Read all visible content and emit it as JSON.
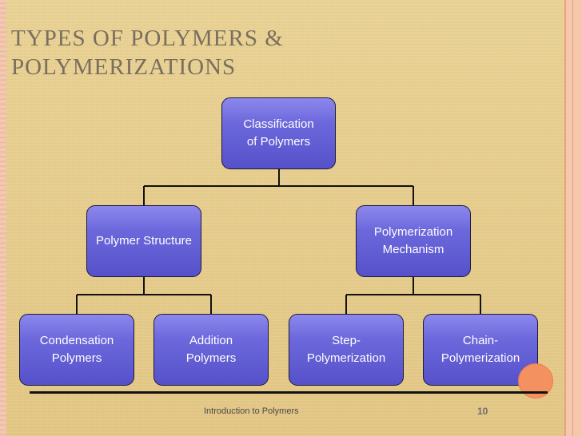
{
  "slide": {
    "title_line1": "TYPES OF POLYMERS &",
    "title_line2": "POLYMERIZATIONS"
  },
  "diagram": {
    "root": "Classification\nof Polymers",
    "left_branch": "Polymer Structure",
    "right_branch": "Polymerization\nMechanism",
    "leaves": {
      "condensation": "Condensation\nPolymers",
      "addition": "Addition\nPolymers",
      "step": "Step-\nPolymerization",
      "chain": "Chain-\nPolymerization"
    }
  },
  "footer": {
    "text": "Introduction to Polymers",
    "page_number": "10"
  },
  "colors": {
    "background": "#e9cf8e",
    "title": "#7a6f5f",
    "box_fill": "#6c68dc",
    "box_border": "#1b1b3a",
    "connector": "#111111",
    "accent_circle": "#f39160"
  }
}
